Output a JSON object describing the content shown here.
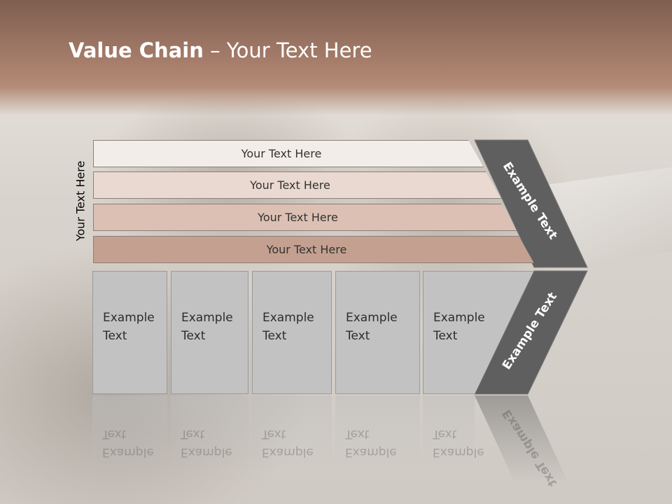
{
  "slide": {
    "title_bold": "Value Chain",
    "title_rest": " – Your Text Here",
    "side_label": "Your Text Here",
    "rows": [
      {
        "label": "Your Text Here",
        "color": "#f3ede9"
      },
      {
        "label": "Your Text Here",
        "color": "#ead9d0"
      },
      {
        "label": "Your Text Here",
        "color": "#dcc0b3"
      },
      {
        "label": "Your Text Here",
        "color": "#c4a090"
      }
    ],
    "columns": [
      {
        "label": "Example\nText"
      },
      {
        "label": "Example\nText"
      },
      {
        "label": "Example\nText"
      },
      {
        "label": "Example\nText"
      },
      {
        "label": "Example\nText"
      }
    ],
    "chevron_top": "Example Text",
    "chevron_bottom": "Example Text",
    "colors": {
      "band": "#a07866",
      "chevron": "#5f5f5f",
      "column_fill": "#c2c2c2"
    }
  }
}
